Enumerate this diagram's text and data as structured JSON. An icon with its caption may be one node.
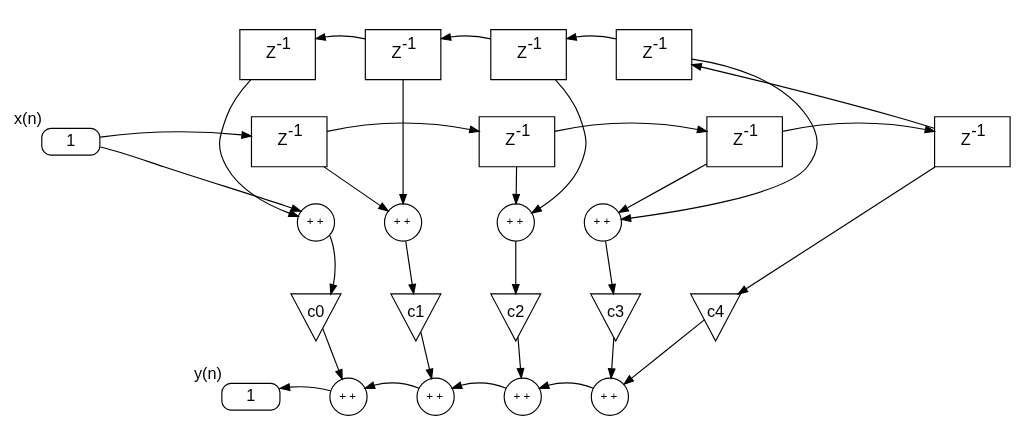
{
  "diagram": {
    "nodes": [
      {
        "text": [
          "Z$^{-1}$"
        ]
      },
      {
        "text": [
          "Z$^{-1}$"
        ]
      },
      {
        "text": [
          "Z$^{-1}$"
        ]
      },
      {
        "text": [
          "Z$^{-1}$"
        ]
      },
      {
        "text": [
          "1"
        ],
        "beside": [
          "x(n)"
        ]
      },
      {
        "text": [
          "Z$^{-1}$"
        ]
      },
      {
        "text": [
          "Z$^{-1}$"
        ]
      },
      {
        "text": [
          "Z$^{-1}$"
        ]
      },
      {
        "text": [
          "Z$^{-1}$"
        ]
      },
      {
        "text": [
          "+ +"
        ]
      },
      {
        "text": [
          "+ +"
        ]
      },
      {
        "text": [
          "+ +"
        ]
      },
      {
        "text": [
          "+ +"
        ]
      },
      {
        "text": [
          "c0"
        ]
      },
      {
        "text": [
          "c1"
        ]
      },
      {
        "text": [
          "c2"
        ]
      },
      {
        "text": [
          "c3"
        ]
      },
      {
        "text": [
          "c4"
        ]
      },
      {
        "text": [
          "1"
        ],
        "beside": [
          "y(n)"
        ]
      },
      {
        "text": [
          "+ +"
        ]
      },
      {
        "text": [
          "+ +"
        ]
      },
      {
        "text": [
          "+ +"
        ]
      },
      {
        "text": [
          "+ +"
        ]
      }
    ],
    "edges": [
      {
        "from": 4,
        "to": 5,
        "arrow": "to"
      },
      {
        "from": 4,
        "to": 9,
        "arrow": "to"
      },
      {
        "from": 5,
        "to": 6,
        "arrow": "to"
      },
      {
        "from": 5,
        "to": 10,
        "arrow": "to"
      },
      {
        "from": 6,
        "to": 7,
        "arrow": "to"
      },
      {
        "from": 6,
        "to": 11,
        "arrow": "to"
      },
      {
        "from": 7,
        "to": 8,
        "arrow": "to"
      },
      {
        "from": 7,
        "to": 12,
        "arrow": "to"
      },
      {
        "from": 8,
        "to": 3,
        "arrow": "to"
      },
      {
        "from": 8,
        "to": 17,
        "arrow": "to"
      },
      {
        "from": 3,
        "to": 2,
        "arrow": "to"
      },
      {
        "from": 3,
        "to": 12,
        "arrow": "to"
      },
      {
        "from": 2,
        "to": 1,
        "arrow": "to"
      },
      {
        "from": 2,
        "to": 11,
        "arrow": "to"
      },
      {
        "from": 1,
        "to": 0,
        "arrow": "to"
      },
      {
        "from": 1,
        "to": 10,
        "arrow": "to"
      },
      {
        "from": 0,
        "to": 9,
        "arrow": "to"
      },
      {
        "from": 9,
        "to": 13,
        "arrow": "to"
      },
      {
        "from": 10,
        "to": 14,
        "arrow": "to"
      },
      {
        "from": 11,
        "to": 15,
        "arrow": "to"
      },
      {
        "from": 12,
        "to": 16,
        "arrow": "to"
      },
      {
        "from": 16,
        "to": 22,
        "arrow": "to"
      },
      {
        "from": 17,
        "to": 22,
        "arrow": "to"
      },
      {
        "from": 22,
        "to": 21,
        "arrow": "to"
      },
      {
        "from": 15,
        "to": 21,
        "arrow": "to"
      },
      {
        "from": 21,
        "to": 20,
        "arrow": "to"
      },
      {
        "from": 14,
        "to": 20,
        "arrow": "to"
      },
      {
        "from": 20,
        "to": 19,
        "arrow": "to"
      },
      {
        "from": 13,
        "to": 19,
        "arrow": "to"
      },
      {
        "from": 19,
        "to": 18,
        "arrow": "to"
      }
    ]
  }
}
